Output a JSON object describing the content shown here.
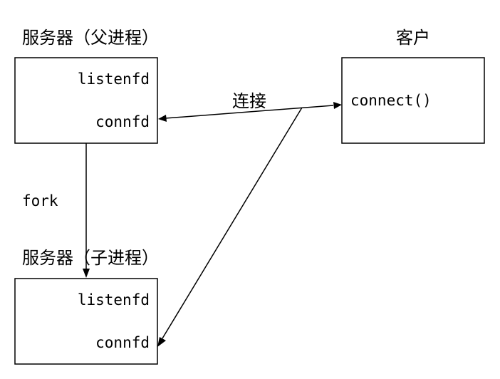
{
  "parent": {
    "title": "服务器（父进程）",
    "listenfd": "listenfd",
    "connfd": "connfd"
  },
  "client": {
    "title": "客户",
    "call": "connect()"
  },
  "child": {
    "title": "服务器（子进程）",
    "listenfd": "listenfd",
    "connfd": "connfd"
  },
  "edges": {
    "connect_label": "连接",
    "fork_label": "fork"
  }
}
